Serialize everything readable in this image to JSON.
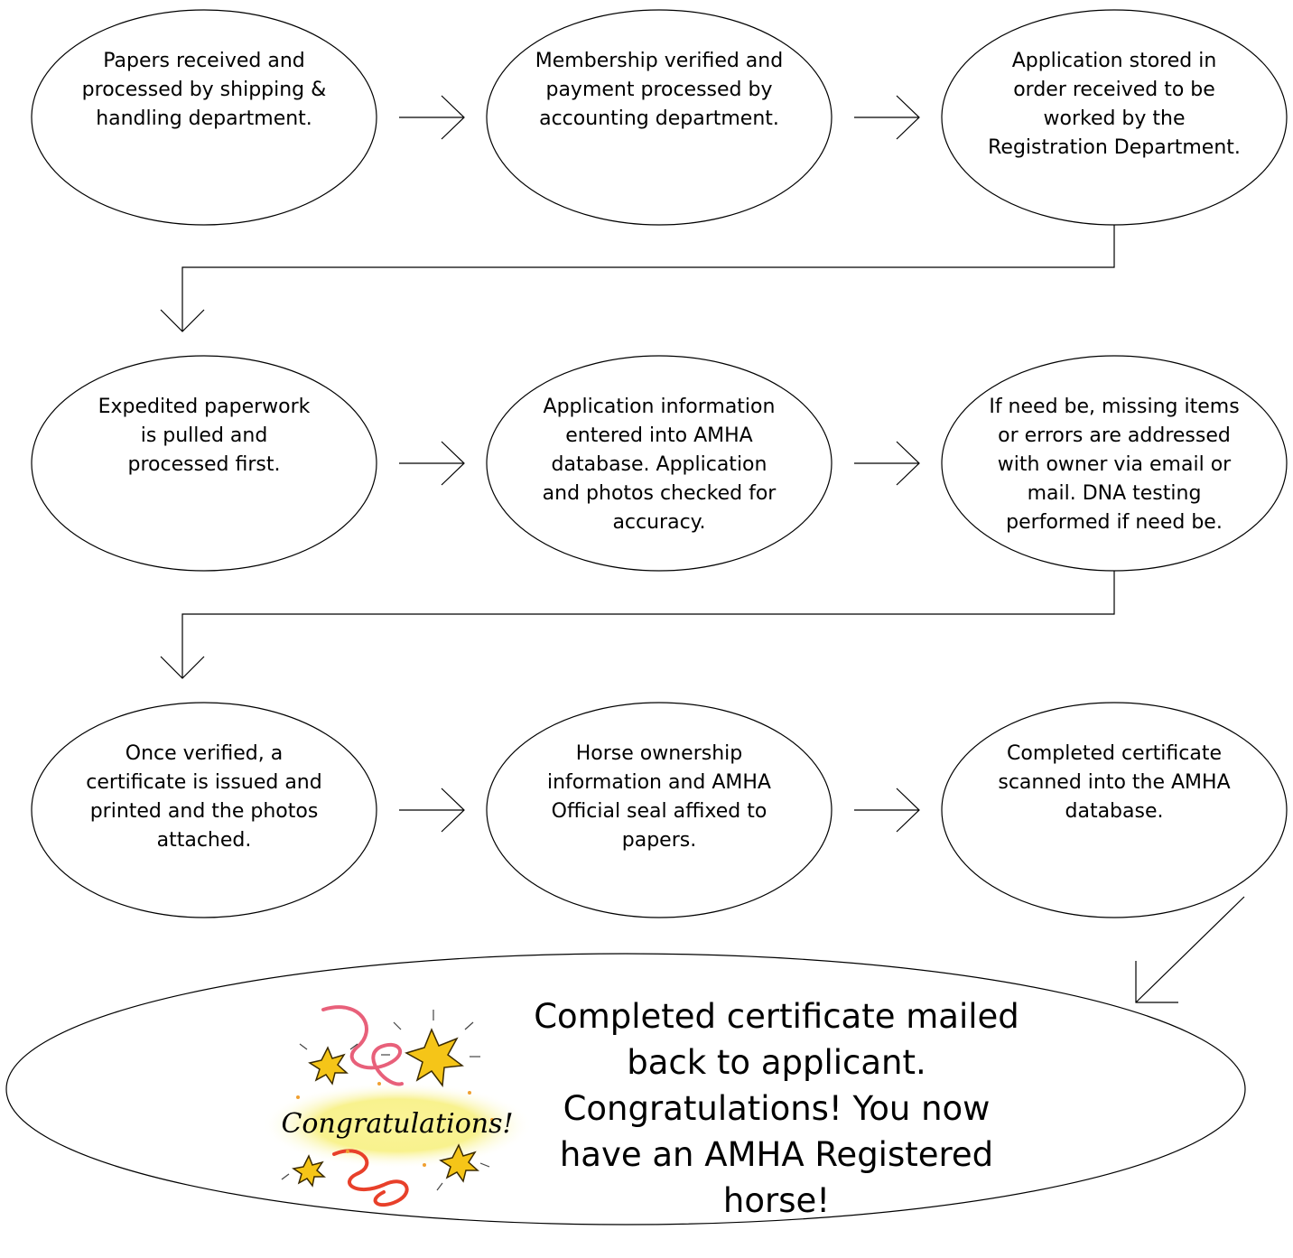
{
  "steps": [
    {
      "text": "Papers received and\nprocessed by shipping &\nhandling department."
    },
    {
      "text": "Membership verified and\npayment processed by\naccounting department."
    },
    {
      "text": "Application stored in\norder received to be\nworked by the\nRegistration Department."
    },
    {
      "text": "Expedited paperwork\nis pulled and\nprocessed first."
    },
    {
      "text": "Application information\nentered into AMHA\ndatabase.  Application\nand photos checked for\naccuracy."
    },
    {
      "text": "If need be, missing items\nor errors are addressed\nwith owner via email or\nmail.  DNA testing\nperformed if need be."
    },
    {
      "text": "Once verified, a\ncertificate is issued and\nprinted and the photos\nattached."
    },
    {
      "text": "Horse ownership\ninformation and AMHA\nOfficial seal affixed to\npapers."
    },
    {
      "text": "Completed certificate\nscanned into the AMHA\ndatabase."
    }
  ],
  "final": {
    "text": "Completed certificate mailed\nback to applicant.\nCongratulations!  You now\nhave an AMHA Registered\nhorse!",
    "clipart_word": "Congratulations!"
  },
  "colors": {
    "line": "#000000",
    "star_fill": "#f5c518",
    "star_stroke": "#3a2a00",
    "ribbon": "#e8607a",
    "ribbon_alt": "#e8402a",
    "glow": "#f7ef7a"
  }
}
